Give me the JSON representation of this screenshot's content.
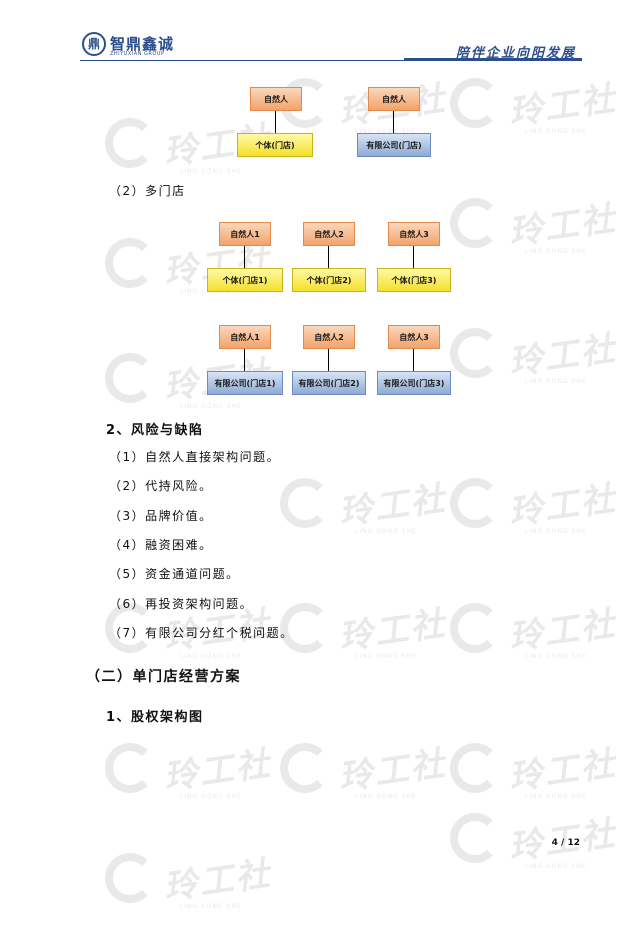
{
  "header": {
    "logo_mark": "鼎",
    "logo_cn": "智鼎鑫诚",
    "logo_en": "ZHIYUXIAN GROUP",
    "slogan": "陪伴企业向阳发展"
  },
  "watermark": {
    "text": "玲工社",
    "sub": "LING GONG SHE"
  },
  "diagram1": {
    "left": {
      "person": "自然人",
      "entity": "个体(门店)"
    },
    "right": {
      "person": "自然人",
      "entity": "有限公司(门店)"
    }
  },
  "multi_label": "（2）多门店",
  "diagram2": {
    "persons": [
      "自然人1",
      "自然人2",
      "自然人3"
    ],
    "entities": [
      "个体(门店1)",
      "个体(门店2)",
      "个体(门店3)"
    ]
  },
  "diagram3": {
    "persons": [
      "自然人1",
      "自然人2",
      "自然人3"
    ],
    "entities": [
      "有限公司(门店1)",
      "有限公司(门店2)",
      "有限公司(门店3)"
    ]
  },
  "risk": {
    "heading": "2、风险与缺陷",
    "items": [
      "（1）自然人直接架构问题。",
      "（2）代持风险。",
      "（3）品牌价值。",
      "（4）融资困难。",
      "（5）资金通道问题。",
      "（6）再投资架构问题。",
      "（7）有限公司分红个税问题。"
    ]
  },
  "section": {
    "title": "（二）单门店经营方案",
    "sub": "1、股权架构图"
  },
  "footer": {
    "page": "4 / 12"
  }
}
